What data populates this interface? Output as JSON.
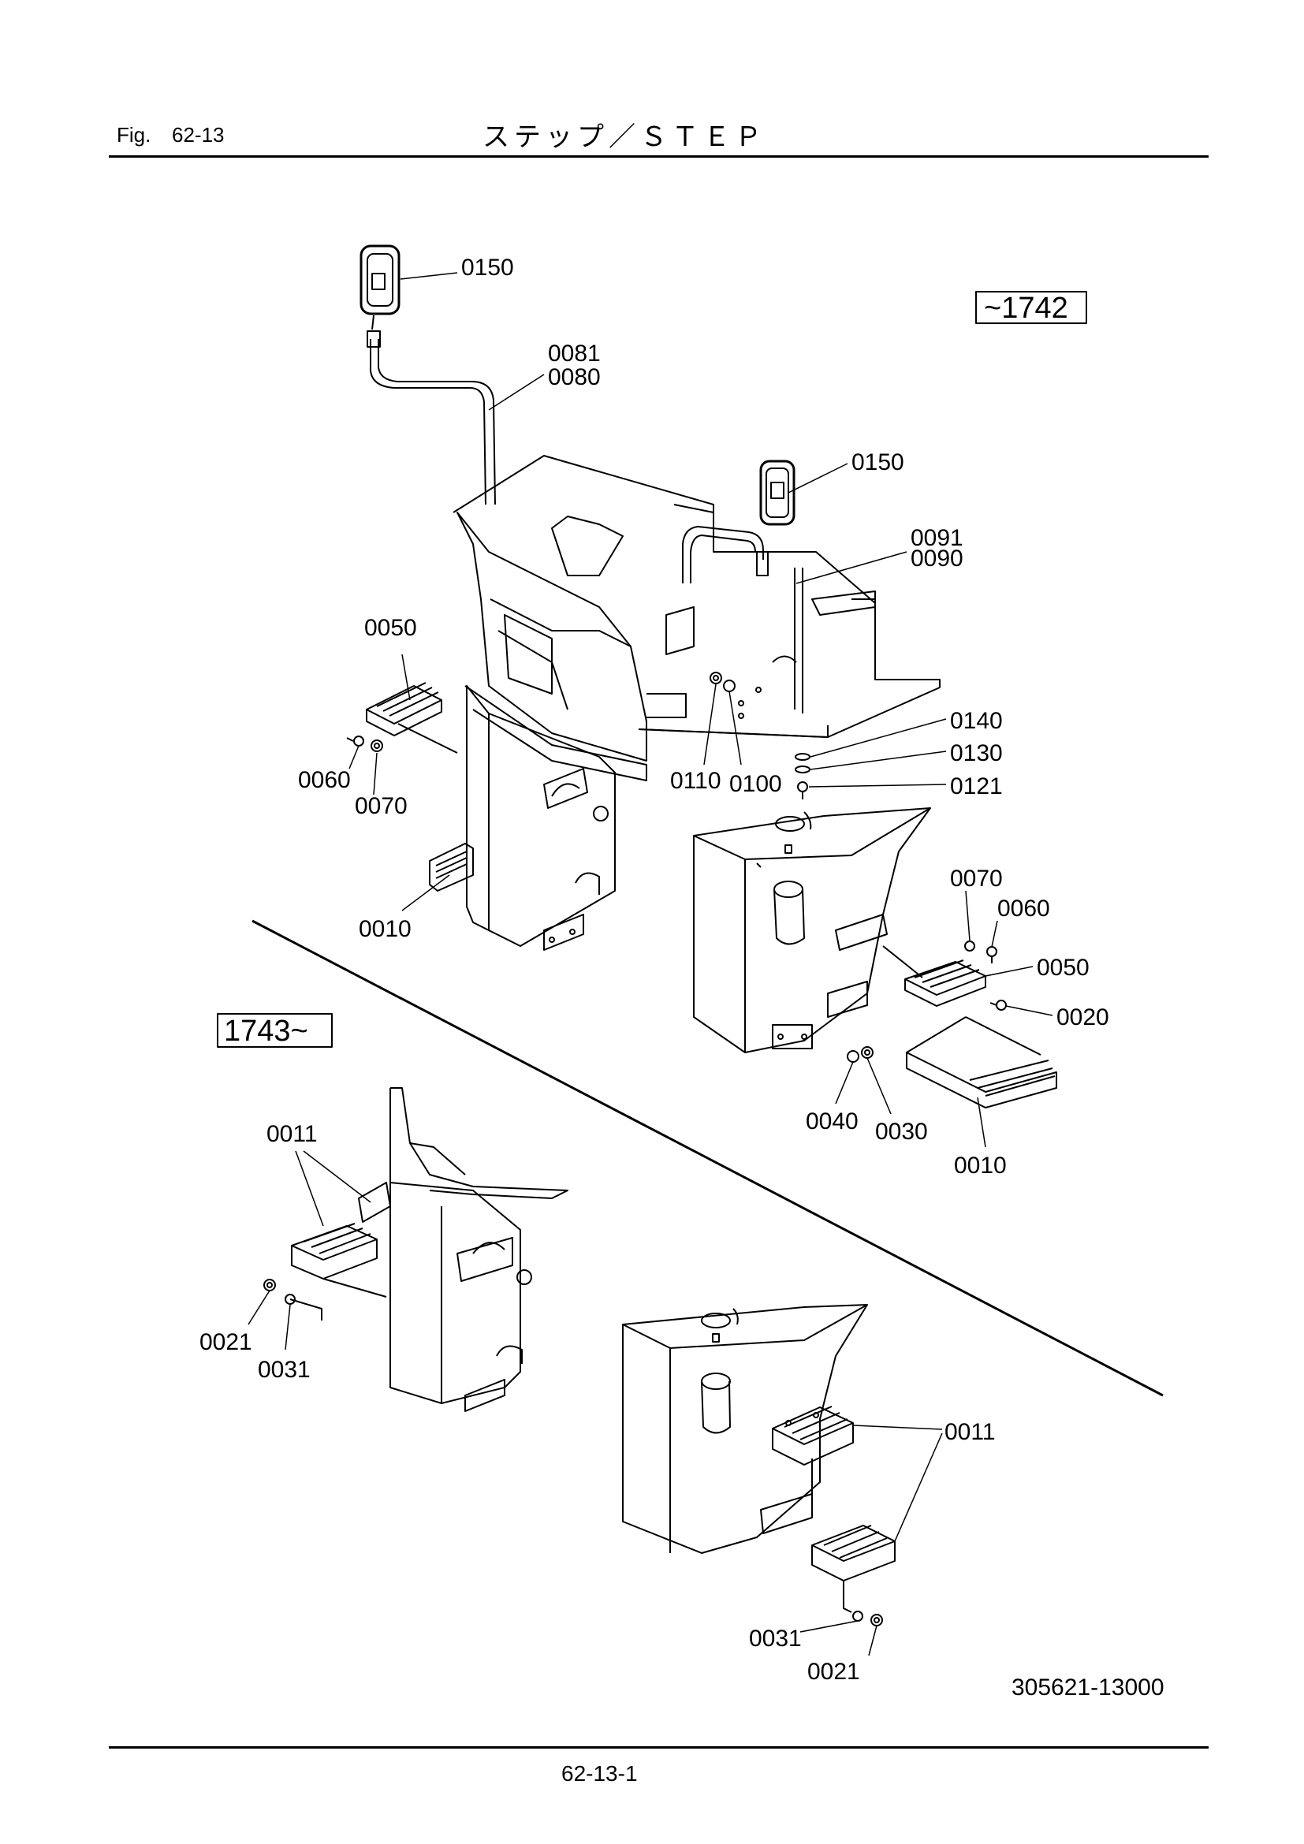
{
  "header": {
    "fig_prefix": "Fig.",
    "fig_number": "62-13",
    "title": "ステップ／ＳＴＥＰ"
  },
  "ranges": {
    "upper": "~1742",
    "lower": "1743~"
  },
  "callouts": {
    "c0150a": "0150",
    "c0081": "0081",
    "c0080": "0080",
    "c0150b": "0150",
    "c0091": "0091",
    "c0090": "0090",
    "c0050a": "0050",
    "c0060a": "0060",
    "c0070a": "0070",
    "c0110": "0110",
    "c0100": "0100",
    "c0140": "0140",
    "c0130": "0130",
    "c0121": "0121",
    "c0010a": "0010",
    "c0070b": "0070",
    "c0060b": "0060",
    "c0050b": "0050",
    "c0020": "0020",
    "c0040": "0040",
    "c0030": "0030",
    "c0010b": "0010",
    "c0011a": "0011",
    "c0021a": "0021",
    "c0031a": "0031",
    "c0011b": "0011",
    "c0031b": "0031",
    "c0021b": "0021"
  },
  "drawing_number": "305621-13000",
  "footer": {
    "page_number": "62-13-1"
  }
}
